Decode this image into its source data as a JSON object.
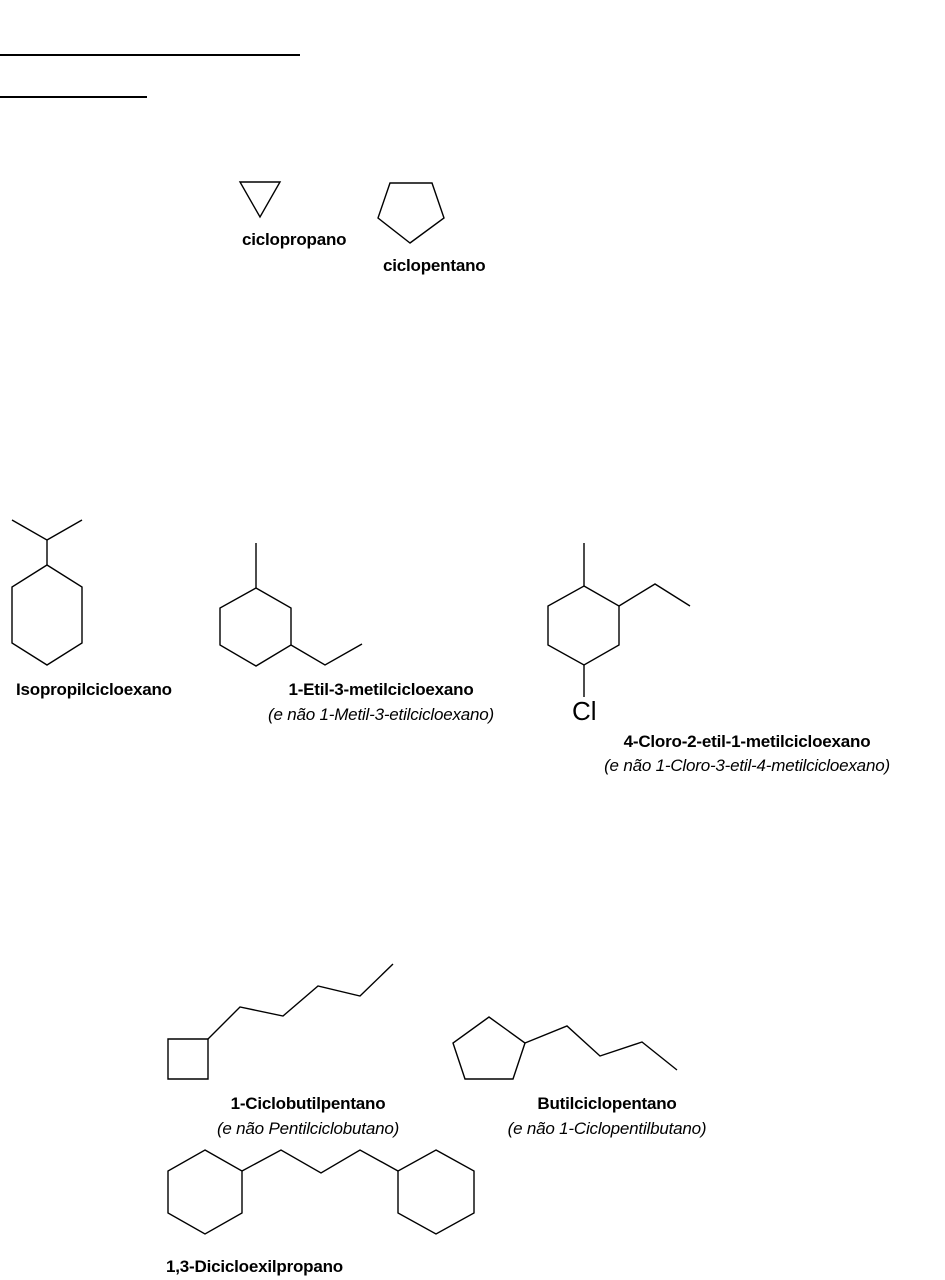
{
  "monocyclic": {
    "cyclopropane": "ciclopropano",
    "cyclopentane": "ciclopentano"
  },
  "substituted": {
    "isopropyl": "Isopropilcicloexano",
    "ethyl_methyl": "1-Etil-3-metilcicloexano",
    "ethyl_methyl_note": "(e não 1-Metil-3-etilcicloexano)",
    "chloro": "4-Cloro-2-etil-1-metilcicloexano",
    "chloro_note": "(e não 1-Cloro-3-etil-4-metilcicloexano)",
    "chlorine_atom": "Cl"
  },
  "ring_chain": {
    "cyclobutyl": "1-Ciclobutilpentano",
    "cyclobutyl_note": "(e não Pentilciclobutano)",
    "butyl": "Butilciclopentano",
    "butyl_note": "(e não 1-Ciclopentilbutano)",
    "dicyclohexyl": "1,3-Dicicloexilpropano"
  }
}
